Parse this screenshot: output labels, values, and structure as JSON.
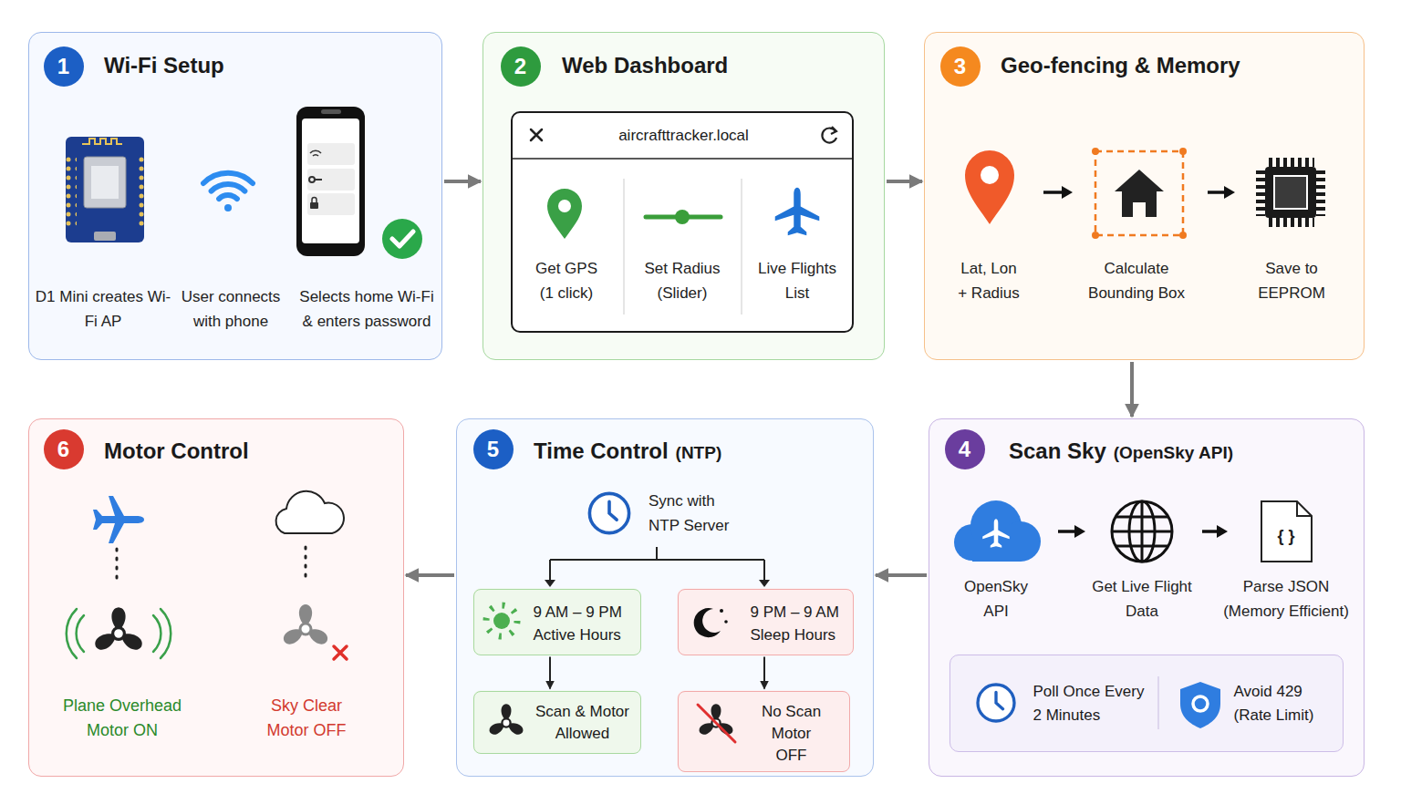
{
  "diagram": {
    "nodes": [
      {
        "text": [
          "Wi-Fi Setup"
        ]
      },
      {
        "text": [
          "1"
        ],
        "in": 0
      },
      {
        "text": [
          "Web Dashboard"
        ]
      },
      {
        "text": [
          "2"
        ],
        "in": 2
      },
      {
        "text": [
          "aircrafttracker.local"
        ],
        "in": 2
      },
      {
        "text": [
          "Geo-fencing & Memory"
        ]
      },
      {
        "text": [
          "3"
        ],
        "in": 5
      },
      {
        "text": [
          "Scan Sky",
          "(OpenSky API)"
        ]
      },
      {
        "text": [
          "4"
        ],
        "in": 7
      },
      {
        "text": [
          "Poll Once Every 2 Minutes",
          "Avoid 429 (Rate Limit)"
        ],
        "in": 7
      },
      {
        "text": [
          "Time Control",
          "(NTP)"
        ]
      },
      {
        "text": [
          "5"
        ],
        "in": 10
      },
      {
        "text": [
          "9 AM – 9 PM Active Hours"
        ],
        "in": 10
      },
      {
        "text": [
          "9 PM – 9 AM Sleep Hours"
        ],
        "in": 10
      },
      {
        "text": [
          "Scan & Motor Allowed"
        ],
        "in": 10
      },
      {
        "text": [
          "No Scan Motor OFF"
        ],
        "in": 10
      },
      {
        "text": [
          "Motor Control"
        ]
      },
      {
        "text": [
          "6"
        ],
        "in": 16
      }
    ],
    "edges": [
      {
        "from": 0,
        "to": 2,
        "arrow": "to"
      },
      {
        "from": 2,
        "to": 5,
        "arrow": "to"
      },
      {
        "from": 5,
        "to": 7,
        "arrow": "to"
      },
      {
        "from": 7,
        "to": 10,
        "arrow": "to"
      },
      {
        "from": 10,
        "to": 16,
        "arrow": "to"
      },
      {
        "from": 12,
        "to": 14,
        "arrow": "to"
      },
      {
        "from": 13,
        "to": 15,
        "arrow": "to"
      }
    ],
    "labels": [
      "D1 Mini creates Wi-Fi AP",
      "User connects with phone",
      "Selects home Wi-Fi & enters password",
      "Get GPS (1 click)",
      "Set Radius (Slider)",
      "Live Flights List",
      "Lat, Lon + Radius",
      "Calculate Bounding Box",
      "Save to EEPROM",
      "OpenSky API",
      "Get Live Flight Data",
      "{ }",
      "Parse JSON (Memory Efficient)",
      "Sync with NTP Server",
      "Plane Overhead Motor ON",
      "Sky Clear Motor OFF"
    ]
  }
}
